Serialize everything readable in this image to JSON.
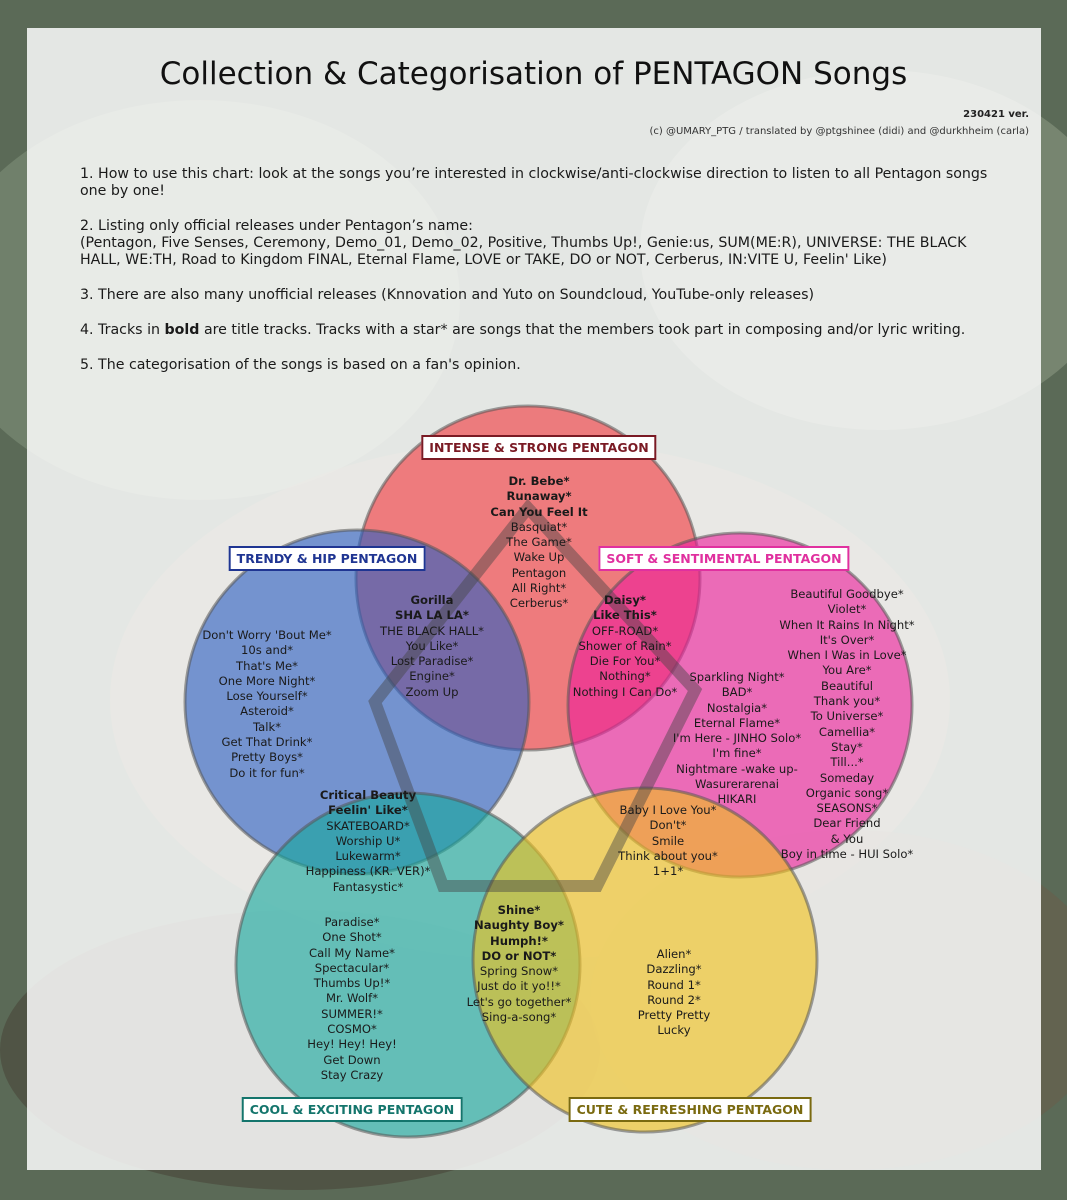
{
  "title": "Collection & Categorisation of PENTAGON Songs",
  "version": "230421 ver.",
  "credits": "(c) @UMARY_PTG / translated by @ptgshinee (didi) and @durkhheim (carla)",
  "notes": {
    "n1": "1. How to use this chart: look at the songs you’re interested in clockwise/anti-clockwise direction to listen to all Pentagon songs one by one!",
    "n2a": "2. Listing only official releases under Pentagon’s name:",
    "n2b": "(Pentagon, Five Senses, Ceremony, Demo_01, Demo_02, Positive, Thumbs Up!, Genie:us, SUM(ME:R), UNIVERSE: THE BLACK HALL, WE:TH, Road to Kingdom FINAL, Eternal Flame, LOVE or TAKE, DO or NOT, Cerberus, IN:VITE U, Feelin' Like)",
    "n3": "3. There are also many unofficial releases (Knnovation and Yuto on Soundcloud, YouTube-only releases)",
    "n4_pre": "4. Tracks in ",
    "n4_bold": "bold",
    "n4_post": " are title tracks. Tracks with a star* are songs that the members took part in composing and/or lyric writing.",
    "n5": "5. The categorisation of the songs is based on a fan's opinion."
  },
  "categories": {
    "intense": {
      "label": "INTENSE & STRONG PENTAGON",
      "color": "#f0393e",
      "border": "#7a1a24"
    },
    "trendy": {
      "label": "TRENDY & HIP PENTAGON",
      "color": "#2b5fc2",
      "border": "#1f3592"
    },
    "soft": {
      "label": "SOFT & SENTIMENTAL PENTAGON",
      "color": "#ec1e9b",
      "border": "#e0309f"
    },
    "cool": {
      "label": "COOL & EXCITING PENTAGON",
      "color": "#17a89c",
      "border": "#14756c"
    },
    "cute": {
      "label": "CUTE & REFRESHING PENTAGON",
      "color": "#f1c21d",
      "border": "#7a6a10"
    }
  },
  "songs": {
    "intense": {
      "title": [
        "Dr. Bebe*",
        "Runaway*",
        "Can You Feel It"
      ],
      "other": [
        "Basquiat*",
        "The Game*",
        "Wake Up",
        "Pentagon",
        "All Right*",
        "Cerberus*"
      ]
    },
    "intense_trendy": {
      "title": [
        "Gorilla",
        "SHA LA LA*"
      ],
      "other": [
        "THE BLACK HALL*",
        "You Like*",
        "Lost Paradise*",
        "Engine*",
        "Zoom Up"
      ]
    },
    "intense_soft": {
      "title": [
        "Daisy*",
        "Like This*"
      ],
      "other": [
        "OFF-ROAD*",
        "Shower of Rain*",
        "Die For You*",
        "Nothing*",
        "Nothing I Can Do*"
      ]
    },
    "trendy": {
      "title": [],
      "other": [
        "Don't Worry 'Bout Me*",
        "10s and*",
        "That's Me*",
        "One More Night*",
        "Lose Yourself*",
        "Asteroid*",
        "Talk*",
        "Get That Drink*",
        "Pretty Boys*",
        "Do it for fun*"
      ]
    },
    "soft": {
      "title": [],
      "other": [
        "Beautiful Goodbye*",
        "Violet*",
        "When It Rains In Night*",
        "It's Over*",
        "When I Was in Love*",
        "You Are*",
        "Beautiful",
        "Thank you*",
        "To Universe*",
        "Camellia*",
        "Stay*",
        "Till...*",
        "Someday",
        "Organic song*",
        "SEASONS*",
        "Dear Friend",
        "& You",
        "Boy in time - HUI Solo*"
      ]
    },
    "soft_center": {
      "title": [],
      "other": [
        "Sparkling Night*",
        "BAD*",
        "Nostalgia*",
        "Eternal Flame*",
        "I'm Here - JINHO Solo*",
        "I'm fine*",
        "Nightmare -wake up-",
        "Wasurerarenai",
        "HIKARI"
      ]
    },
    "trendy_cool": {
      "title": [
        "Critical Beauty",
        "Feelin' Like*"
      ],
      "other": [
        "SKATEBOARD*",
        "Worship U*",
        "Lukewarm*",
        "Happiness (KR. VER)*",
        "Fantasystic*"
      ]
    },
    "soft_cute": {
      "title": [],
      "other": [
        "Baby I Love You*",
        "Don't*",
        "Smile",
        "Think about you*",
        "1+1*"
      ]
    },
    "cool": {
      "title": [],
      "other": [
        "Paradise*",
        "One Shot*",
        "Call My Name*",
        "Spectacular*",
        "Thumbs Up!*",
        "Mr. Wolf*",
        "SUMMER!*",
        "COSMO*",
        "Hey! Hey! Hey!",
        "Get Down",
        "Stay Crazy"
      ]
    },
    "cool_cute": {
      "title": [
        "Shine*",
        "Naughty Boy*",
        "Humph!*",
        "DO or NOT*"
      ],
      "other": [
        "Spring Snow*",
        "Just do it yo!!*",
        "Let's go together*",
        "Sing-a-song*"
      ]
    },
    "cute": {
      "title": [],
      "other": [
        "Alien*",
        "Dazzling*",
        "Round 1*",
        "Round 2*",
        "Pretty Pretty",
        "Lucky"
      ]
    }
  }
}
